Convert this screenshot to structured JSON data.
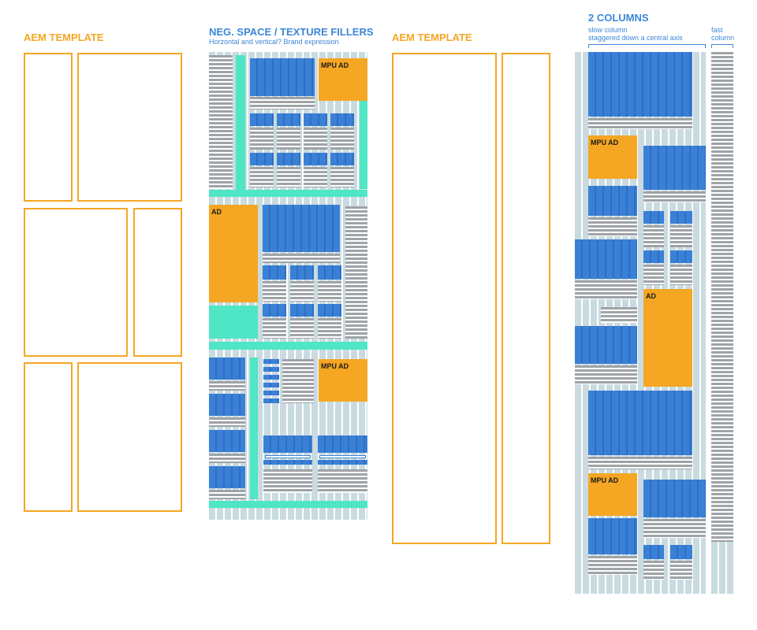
{
  "colors": {
    "orange": "#f5a623",
    "blue_title": "#3c86d8",
    "content_blue": "#3a80d6",
    "content_blue_dark": "#2f6fc2",
    "filler_teal": "#4ee6c4",
    "grid_light": "#c9dbe0",
    "text_line_gray": "#9ea3a7"
  },
  "template_a": {
    "title": "AEM TEMPLATE"
  },
  "texture_layout": {
    "title": "NEG. SPACE / TEXTURE FILLERS",
    "subtitle": "Horzontal and vertical? Brand expression",
    "ad_labels": {
      "mpu_top": "MPU AD",
      "ad_left": "AD",
      "mpu_bottom": "MPU AD"
    }
  },
  "template_b": {
    "title": "AEM TEMPLATE"
  },
  "two_columns": {
    "title": "2 COLUMNS",
    "slow_label_line1": "slow column",
    "slow_label_line2": "staggered down a central axis",
    "fast_label_line1": "fast",
    "fast_label_line2": "column",
    "ad_labels": {
      "mpu_1": "MPU AD",
      "ad": "AD",
      "mpu_2": "MPU AD"
    }
  }
}
